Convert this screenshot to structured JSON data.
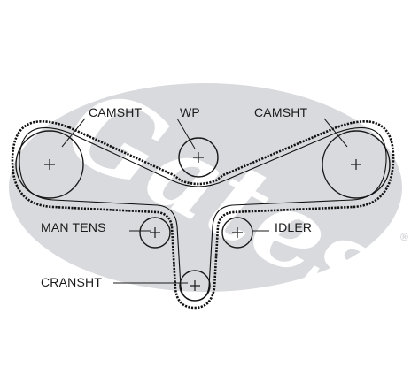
{
  "diagram": {
    "labels": {
      "camshaft_left": "CAMSHT",
      "water_pump": "WP",
      "camshaft_right": "CAMSHT",
      "manual_tensioner": "MAN TENS",
      "idler": "IDLER",
      "crankshaft": "CRANSHT"
    },
    "watermark": {
      "brand": "Gates",
      "registered": "®"
    },
    "colors": {
      "ink": "#111111",
      "watermark": "#d9dade"
    }
  }
}
